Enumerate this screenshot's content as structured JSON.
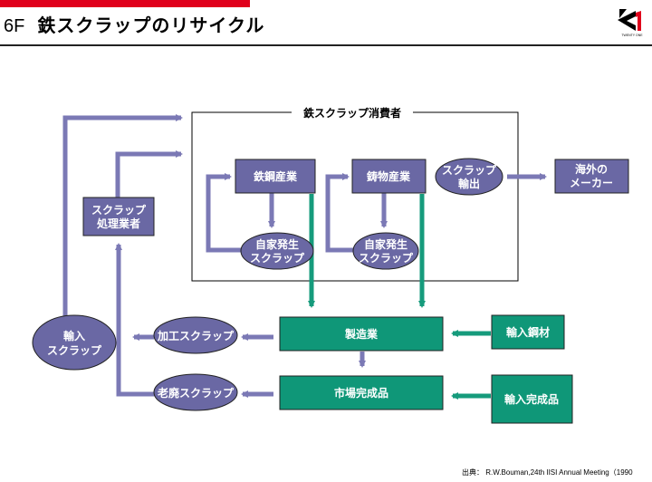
{
  "header": {
    "section_number": "6F",
    "title": "鉄スクラップのリサイクル",
    "logo_text": "TWENTY ONE"
  },
  "diagram": {
    "consumer_group_label": "鉄スクラップ消費者",
    "nodes": {
      "steel_industry": "鉄鋼産業",
      "casting_industry": "鋳物産業",
      "scrap_export": [
        "スクラップ",
        "輸出"
      ],
      "overseas_makers": [
        "海外の",
        "メーカー"
      ],
      "scrap_processors": [
        "スクラップ",
        "処理業者"
      ],
      "home_scrap_1": [
        "自家発生",
        "スクラップ"
      ],
      "home_scrap_2": [
        "自家発生",
        "スクラップ"
      ],
      "imported_scrap": [
        "輸入",
        "スクラップ"
      ],
      "processing_scrap": "加工スクラップ",
      "obsolete_scrap": "老廃スクラップ",
      "manufacturing": "製造業",
      "market_products": "市場完成品",
      "imported_steel": "輸入鋼材",
      "imported_products": "輸入完成品"
    },
    "colors": {
      "purple_node": "#6a68a4",
      "purple_arrow": "#7b79b5",
      "green_node": "#0f9778",
      "green_arrow": "#169b7c"
    }
  },
  "footer": {
    "credit": "出典： R.W.Bouman,24th IISI Annual Meeting（1990"
  }
}
